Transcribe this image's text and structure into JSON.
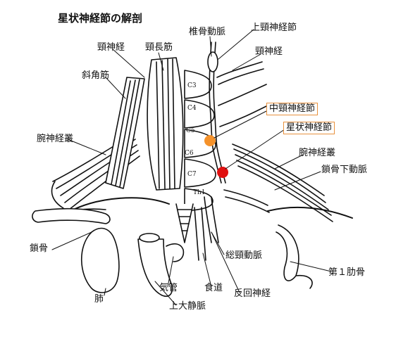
{
  "title": "星状神経節の解剖",
  "labels": {
    "cervical_nerve_left": "頸神経",
    "longus_colli": "頸長筋",
    "vertebral_artery": "椎骨動脈",
    "superior_cervical_ganglion": "上頸神経節",
    "cervical_nerve_right": "頸神経",
    "scalene": "斜角筋",
    "middle_cervical_ganglion": "中頸神経節",
    "stellate_ganglion": "星状神経節",
    "brachial_plexus_left": "腕神経叢",
    "brachial_plexus_right": "腕神経叢",
    "subclavian_artery": "鎖骨下動脈",
    "clavicle": "鎖骨",
    "common_carotid": "総頸動脈",
    "first_rib": "第１肋骨",
    "lung": "肺",
    "trachea": "気管",
    "esophagus": "食道",
    "recurrent_nerve": "反回神経",
    "svc": "上大静脈"
  },
  "vertebrae": [
    "C3",
    "C4",
    "C5",
    "C6",
    "C7",
    "Th1"
  ],
  "colors": {
    "middle_ganglion_marker": "#f5922b",
    "stellate_ganglion_marker": "#e01010",
    "label_box_border": "#e8913e"
  }
}
